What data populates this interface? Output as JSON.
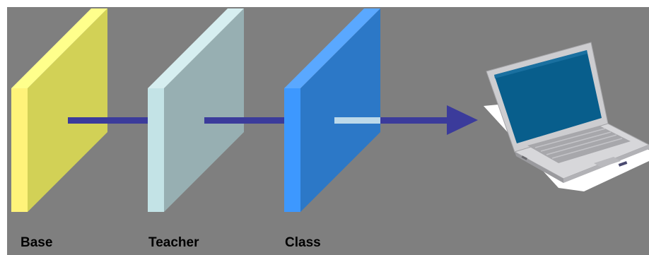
{
  "layers": [
    {
      "label": "Base",
      "colors": {
        "front": "#fff37a",
        "side": "#d2d156",
        "top": "#ffff8c"
      }
    },
    {
      "label": "Teacher",
      "colors": {
        "front": "#c3e3e6",
        "side": "#97afb2",
        "top": "#d6eef0"
      }
    },
    {
      "label": "Class",
      "colors": {
        "front": "#3d98ff",
        "side": "#2c78c7",
        "top": "#5aa8ff"
      }
    }
  ],
  "arrow": {
    "color": "#3b3b9b",
    "highlight": "#bcd9ea"
  },
  "background": "#7f7f7f",
  "output_device": "laptop-icon"
}
